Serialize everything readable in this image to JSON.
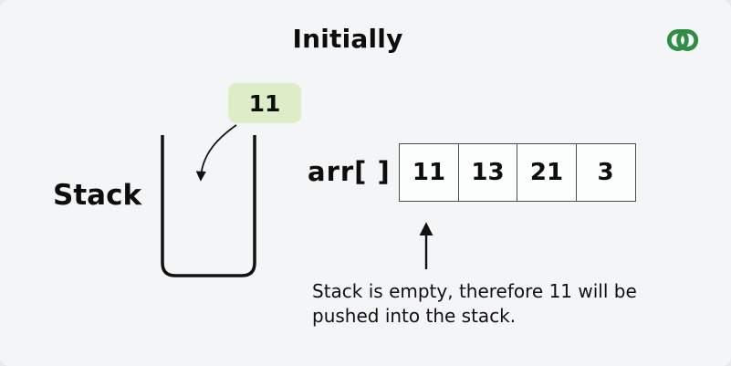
{
  "page": {
    "title": "Initially",
    "background_color": "#F4F5F7"
  },
  "logo": {
    "name": "geeksforgeeks-logo",
    "color": "#2F8D46"
  },
  "stack": {
    "label": "Stack",
    "incoming_value": "11",
    "incoming_box_color": "#DCEDC8"
  },
  "array": {
    "label": "arr[ ]",
    "values": [
      "11",
      "13",
      "21",
      "3"
    ]
  },
  "caption": {
    "lines": [
      "Stack is empty, therefore 11 will be",
      "pushed into the stack."
    ]
  }
}
